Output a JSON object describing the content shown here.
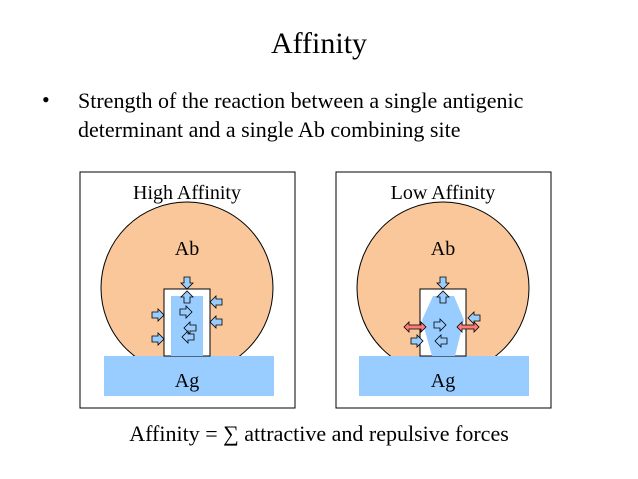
{
  "slide": {
    "title": "Affinity",
    "bullet_text": "Strength of the reaction between a single antigenic determinant and a single Ab combining site",
    "footer": "Affinity = ∑ attractive and repulsive forces"
  },
  "panels": [
    {
      "title": "High Affinity",
      "antibody_label": "Ab",
      "antigen_label": "Ag"
    },
    {
      "title": "Low Affinity",
      "antibody_label": "Ab",
      "antigen_label": "Ag"
    }
  ],
  "colors": {
    "antibody_fill": "#f9c79a",
    "antigen_fill": "#99ccff",
    "attractive_arrow": "#99ccff",
    "repulsive_arrow": "#ff7b7b",
    "outline": "#000000"
  }
}
